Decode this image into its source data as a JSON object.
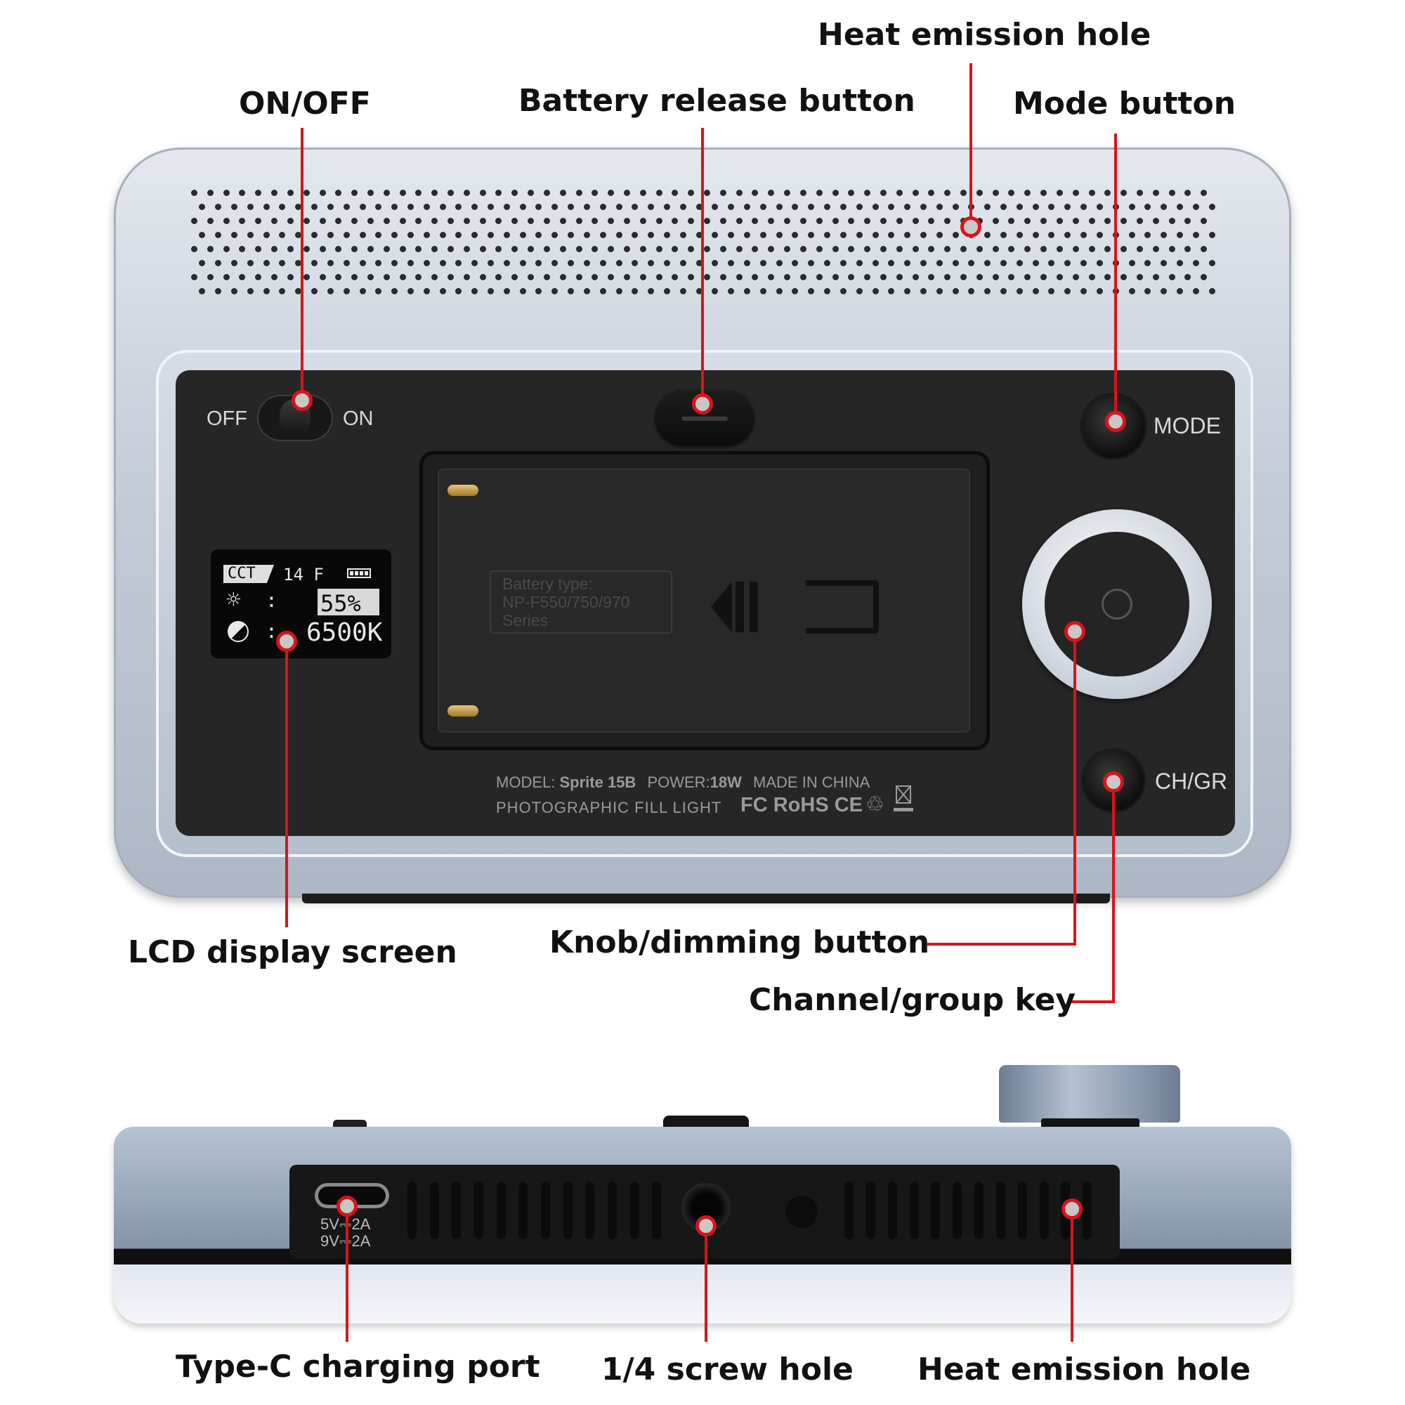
{
  "callouts": {
    "heat_top": "Heat emission hole",
    "on_off": "ON/OFF",
    "battery_release": "Battery release button",
    "mode_button": "Mode button",
    "lcd": "LCD display screen",
    "knob": "Knob/dimming button",
    "channel": "Channel/group key",
    "type_c": "Type-C charging port",
    "screw": "1/4 screw hole",
    "heat_bottom": "Heat emission hole"
  },
  "panel": {
    "off": "OFF",
    "on": "ON",
    "mode": "MODE",
    "chgr": "CH/GR",
    "model_prefix": "MODEL:",
    "model": "Sprite 15B",
    "power_prefix": "POWER:",
    "power": "18W",
    "made_in": "MADE IN CHINA",
    "product": "PHOTOGRAPHIC FILL LIGHT",
    "certs": "FC RoHS CE",
    "battery_type_1": "Battery type:",
    "battery_type_2": "NP-F550/750/970",
    "battery_type_3": "Series"
  },
  "lcd": {
    "mode": "CCT",
    "channel": "14 F",
    "brightness": "55%",
    "temperature": "6500K",
    "colon": ":"
  },
  "port": {
    "rating_1": "5V⎓2A",
    "rating_2": "9V⎓2A"
  },
  "colors": {
    "accent_red": "#d8141b",
    "body_silver": "#b9c3d2",
    "panel_black": "#2a2a2a",
    "marker_gray": "#c7c7c7"
  },
  "icons": [
    "sun-icon",
    "color-temp-icon",
    "battery-icon",
    "weee-bin-icon",
    "recycle-icon"
  ]
}
